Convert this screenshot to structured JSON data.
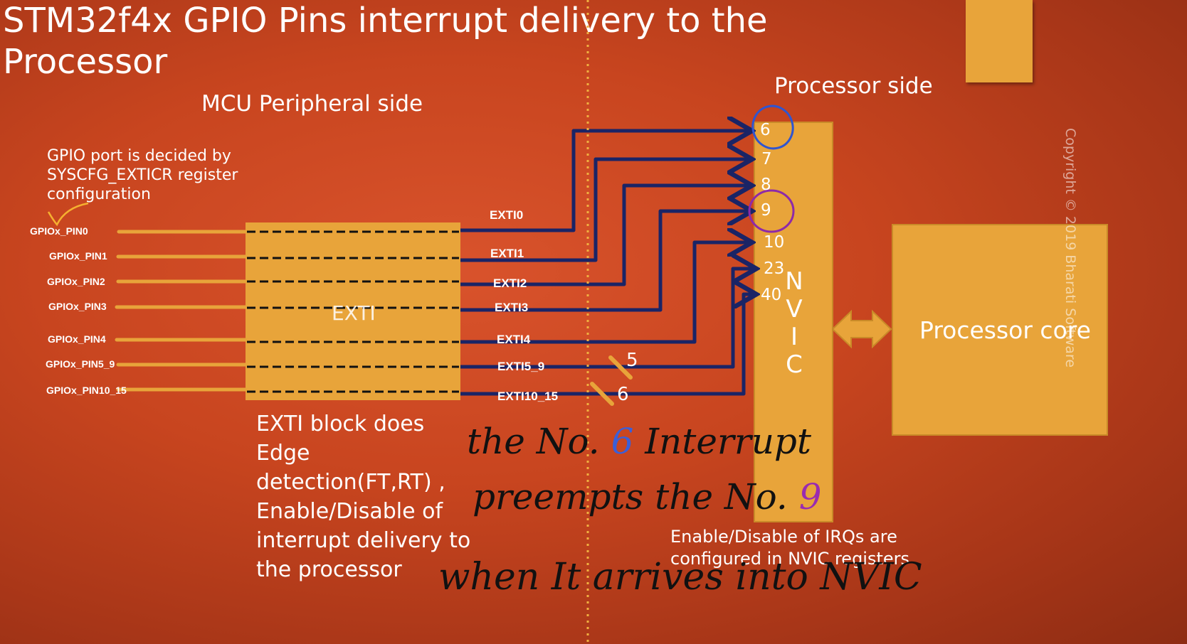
{
  "title": "STM32f4x GPIO Pins interrupt delivery to the Processor",
  "headings": {
    "mcu_side": "MCU Peripheral side",
    "processor_side": "Processor side"
  },
  "gpio_note": [
    "GPIO port is decided by",
    "SYSCFG_EXTICR register",
    "configuration"
  ],
  "pins": [
    "GPIOx_PIN0",
    "GPIOx_PIN1",
    "GPIOx_PIN2",
    "GPIOx_PIN3",
    "GPIOx_PIN4",
    "GPIOx_PIN5_9",
    "GPIOx_PIN10_15"
  ],
  "exti_block_label": "EXTI",
  "exti_lines": [
    "EXTI0",
    "EXTI1",
    "EXTI2",
    "EXTI3",
    "EXTI4",
    "EXTI5_9",
    "EXTI10_15"
  ],
  "irq_numbers": [
    "6",
    "7",
    "8",
    "9",
    "10",
    "23",
    "40"
  ],
  "nvic_letters": [
    "N",
    "V",
    "I",
    "C"
  ],
  "bus_counts": [
    "5",
    "6"
  ],
  "processor_core": "Processor core",
  "exti_description": [
    "EXTI block does",
    "Edge",
    "detection(FT,RT) ,",
    "Enable/Disable of",
    "interrupt delivery to",
    "the processor"
  ],
  "nvic_note": [
    "Enable/Disable of IRQs are",
    "configured in NVIC registers"
  ],
  "copyright": "Copyright © 2019 Bharati Software",
  "handwriting": {
    "line1_a": "the No.",
    "line1_num": "6",
    "line1_b": "Interrupt",
    "line2_a": "preempts the No.",
    "line2_num": "9",
    "line3": "when It arrives into NVIC"
  },
  "colors": {
    "block": "#e8a43a",
    "arrow": "#1a2466",
    "accent_blue": "#3b5fd8",
    "accent_purple": "#9a2bb0"
  }
}
